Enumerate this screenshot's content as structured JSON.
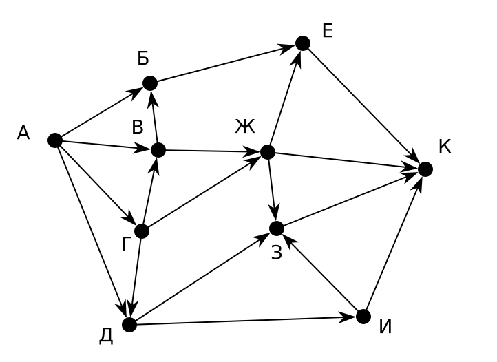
{
  "graph": {
    "nodes": [
      {
        "id": "A",
        "label": "А"
      },
      {
        "id": "B",
        "label": "Б"
      },
      {
        "id": "V",
        "label": "В"
      },
      {
        "id": "G",
        "label": "Г"
      },
      {
        "id": "D",
        "label": "Д"
      },
      {
        "id": "E",
        "label": "Е"
      },
      {
        "id": "Zh",
        "label": "Ж"
      },
      {
        "id": "Z",
        "label": "З"
      },
      {
        "id": "I",
        "label": "И"
      },
      {
        "id": "K",
        "label": "К"
      }
    ],
    "edges": [
      {
        "from": "A",
        "to": "B"
      },
      {
        "from": "A",
        "to": "V"
      },
      {
        "from": "A",
        "to": "G"
      },
      {
        "from": "A",
        "to": "D"
      },
      {
        "from": "V",
        "to": "B"
      },
      {
        "from": "G",
        "to": "V"
      },
      {
        "from": "G",
        "to": "D"
      },
      {
        "from": "G",
        "to": "Zh"
      },
      {
        "from": "V",
        "to": "Zh"
      },
      {
        "from": "B",
        "to": "E"
      },
      {
        "from": "Zh",
        "to": "E"
      },
      {
        "from": "Zh",
        "to": "Z"
      },
      {
        "from": "Zh",
        "to": "K"
      },
      {
        "from": "E",
        "to": "K"
      },
      {
        "from": "D",
        "to": "Z"
      },
      {
        "from": "D",
        "to": "I"
      },
      {
        "from": "I",
        "to": "Z"
      },
      {
        "from": "I",
        "to": "K"
      },
      {
        "from": "Z",
        "to": "K"
      }
    ]
  }
}
